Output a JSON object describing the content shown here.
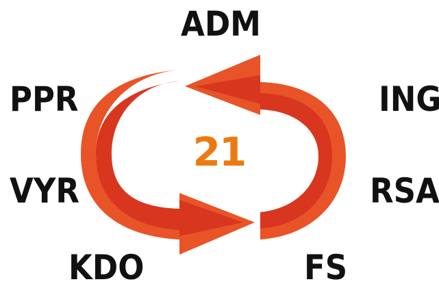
{
  "diagram": {
    "center_value": "21",
    "labels": {
      "top": "ADM",
      "upper_left": "PPR",
      "upper_right": "ING",
      "lower_left": "VYR",
      "lower_right": "RSA",
      "bottom_left": "KDO",
      "bottom_right": "FS"
    }
  },
  "colors": {
    "arrow_outer": "#E85427",
    "arrow_inner": "#D8361F",
    "center_number": "#EC7A12",
    "label_text": "#111111",
    "background": "#FFFFFF"
  }
}
